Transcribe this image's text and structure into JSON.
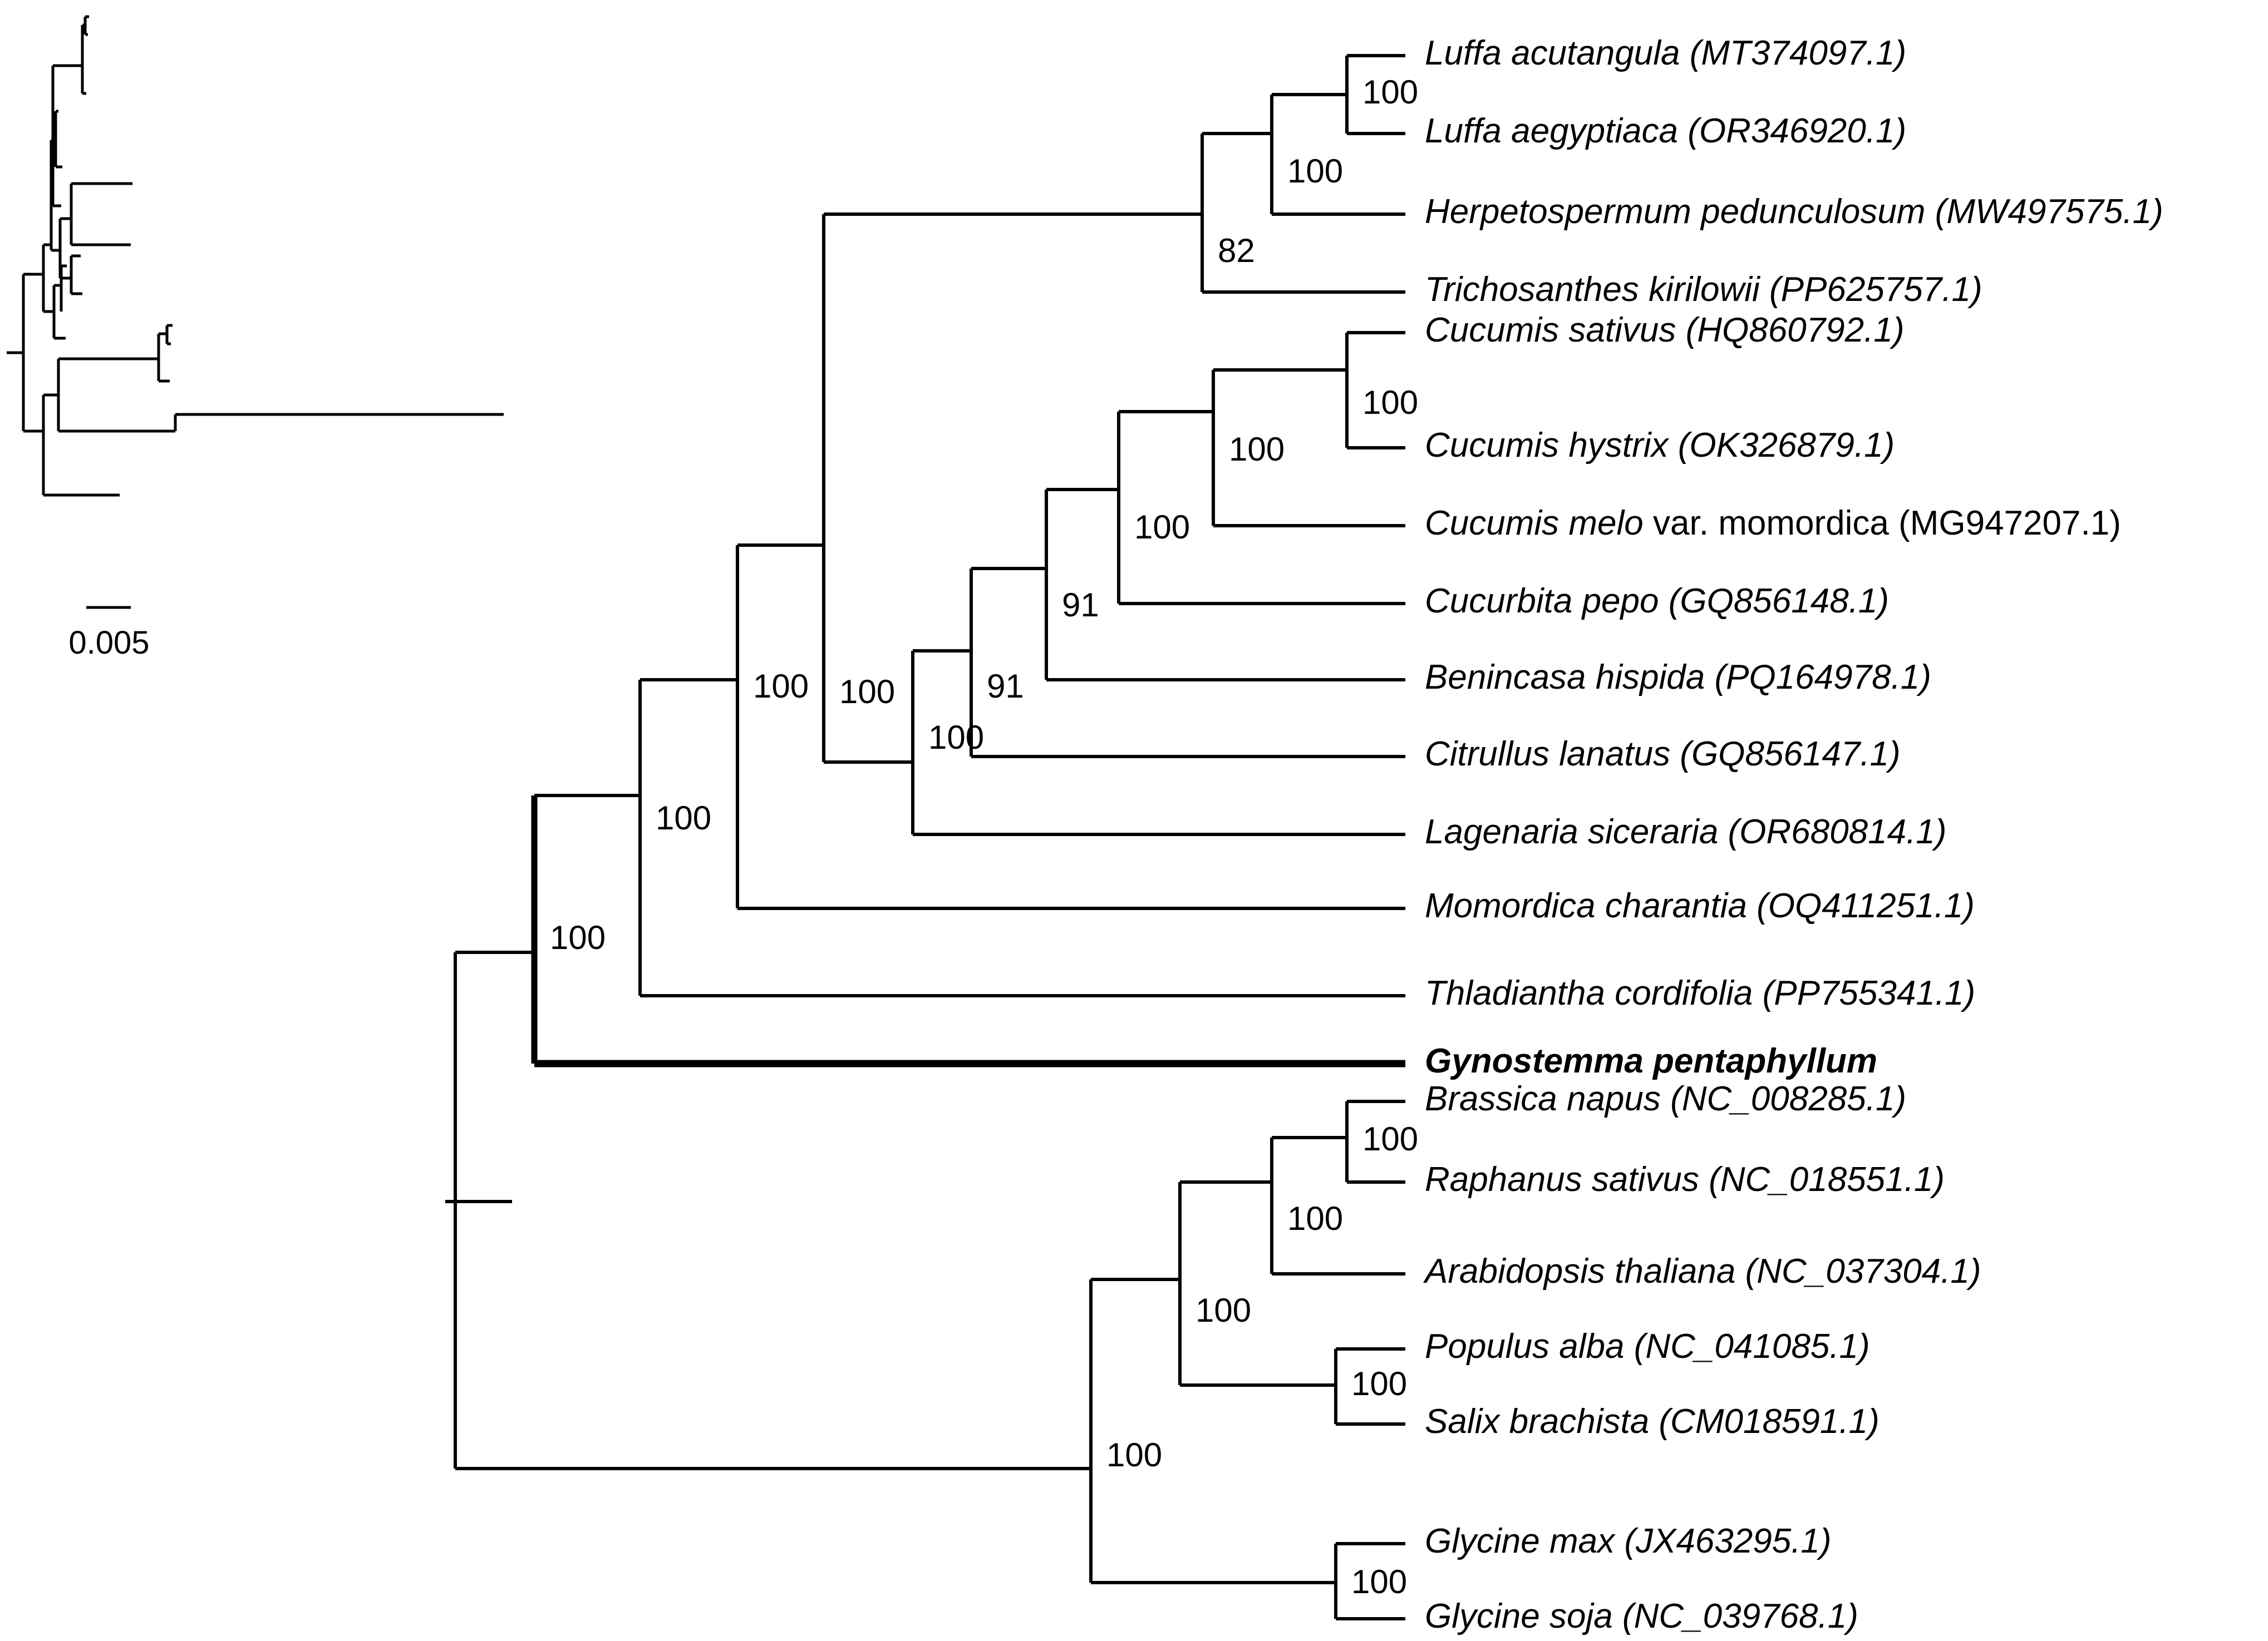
{
  "figure": {
    "type": "phylogenetic-tree",
    "style": "cladogram with bootstrap support values",
    "focal_taxon": "Gynostemma pentaphyllum",
    "background_color": "#ffffff",
    "line_color": "#000000"
  },
  "scale_bar": {
    "label": "0.005",
    "units": "substitutions per site"
  },
  "tips": [
    {
      "index": 0,
      "genus": "Luffa",
      "epithet": "acutangula",
      "infra": "",
      "accession": "(MT374097.1)",
      "label": "Luffa acutangula (MT374097.1)",
      "bold": false
    },
    {
      "index": 1,
      "genus": "Luffa",
      "epithet": "aegyptiaca",
      "infra": "",
      "accession": "(OR346920.1)",
      "label": "Luffa aegyptiaca (OR346920.1)",
      "bold": false
    },
    {
      "index": 2,
      "genus": "Herpetospermum",
      "epithet": "pedunculosum",
      "infra": "",
      "accession": "(MW497575.1)",
      "label": "Herpetospermum pedunculosum (MW497575.1)",
      "bold": false
    },
    {
      "index": 3,
      "genus": "Trichosanthes",
      "epithet": "kirilowii",
      "infra": "",
      "accession": "(PP625757.1)",
      "label": "Trichosanthes kirilowii (PP625757.1)",
      "bold": false
    },
    {
      "index": 4,
      "genus": "Cucumis",
      "epithet": "sativus",
      "infra": "",
      "accession": "(HQ860792.1)",
      "label": "Cucumis sativus (HQ860792.1)",
      "bold": false
    },
    {
      "index": 5,
      "genus": "Cucumis",
      "epithet": "hystrix",
      "infra": "",
      "accession": "(OK326879.1)",
      "label": "Cucumis hystrix (OK326879.1)",
      "bold": false
    },
    {
      "index": 6,
      "genus": "Cucumis",
      "epithet": "melo",
      "infra": "var. momordica",
      "accession": "(MG947207.1)",
      "label": "Cucumis melo var. momordica (MG947207.1)",
      "bold": false
    },
    {
      "index": 7,
      "genus": "Cucurbita",
      "epithet": "pepo",
      "infra": "",
      "accession": "(GQ856148.1)",
      "label": "Cucurbita pepo (GQ856148.1)",
      "bold": false
    },
    {
      "index": 8,
      "genus": "Benincasa",
      "epithet": "hispida",
      "infra": "",
      "accession": "(PQ164978.1)",
      "label": "Benincasa hispida (PQ164978.1)",
      "bold": false
    },
    {
      "index": 9,
      "genus": "Citrullus",
      "epithet": "lanatus",
      "infra": "",
      "accession": "(GQ856147.1)",
      "label": "Citrullus lanatus (GQ856147.1)",
      "bold": false
    },
    {
      "index": 10,
      "genus": "Lagenaria",
      "epithet": "siceraria",
      "infra": "",
      "accession": "(OR680814.1)",
      "label": "Lagenaria siceraria (OR680814.1)",
      "bold": false
    },
    {
      "index": 11,
      "genus": "Momordica",
      "epithet": "charantia",
      "infra": "",
      "accession": "(OQ411251.1)",
      "label": "Momordica charantia (OQ411251.1)",
      "bold": false
    },
    {
      "index": 12,
      "genus": "Thladiantha",
      "epithet": "cordifolia",
      "infra": "",
      "accession": "(PP755341.1)",
      "label": "Thladiantha cordifolia (PP755341.1)",
      "bold": false
    },
    {
      "index": 13,
      "genus": "Gynostemma",
      "epithet": "pentaphyllum",
      "infra": "",
      "accession": "",
      "label": "Gynostemma pentaphyllum",
      "bold": true
    },
    {
      "index": 14,
      "genus": "Brassica",
      "epithet": "napus",
      "infra": "",
      "accession": "(NC_008285.1)",
      "label": "Brassica napus (NC_008285.1)",
      "bold": false
    },
    {
      "index": 15,
      "genus": "Raphanus",
      "epithet": "sativus",
      "infra": "",
      "accession": "(NC_018551.1)",
      "label": "Raphanus sativus (NC_018551.1)",
      "bold": false
    },
    {
      "index": 16,
      "genus": "Arabidopsis",
      "epithet": "thaliana",
      "infra": "",
      "accession": "(NC_037304.1)",
      "label": "Arabidopsis thaliana (NC_037304.1)",
      "bold": false
    },
    {
      "index": 17,
      "genus": "Populus",
      "epithet": "alba",
      "infra": "",
      "accession": "(NC_041085.1)",
      "label": "Populus alba (NC_041085.1)",
      "bold": false
    },
    {
      "index": 18,
      "genus": "Salix",
      "epithet": "brachista",
      "infra": "",
      "accession": "(CM018591.1)",
      "label": "Salix brachista (CM018591.1)",
      "bold": false
    },
    {
      "index": 19,
      "genus": "Glycine",
      "epithet": "max",
      "infra": "",
      "accession": "(JX463295.1)",
      "label": "Glycine max (JX463295.1)",
      "bold": false
    },
    {
      "index": 20,
      "genus": "Glycine",
      "epithet": "soja",
      "infra": "",
      "accession": "(NC_039768.1)",
      "label": "Glycine soja (NC_039768.1)",
      "bold": false
    }
  ],
  "bootstrap_values": [
    {
      "id": "n-luffa",
      "value": "100",
      "clade": "Luffa acutangula + Luffa aegyptiaca"
    },
    {
      "id": "n-luffa-herp",
      "value": "100",
      "clade": "Luffa clade + Herpetospermum pedunculosum"
    },
    {
      "id": "n-tricho",
      "value": "82",
      "clade": "Luffa/Herpetospermum + Trichosanthes kirilowii"
    },
    {
      "id": "n-cucumis2",
      "value": "100",
      "clade": "Cucumis sativus + Cucumis hystrix"
    },
    {
      "id": "n-cucumis3",
      "value": "100",
      "clade": "Cucumis clade + Cucumis melo var. momordica"
    },
    {
      "id": "n-cucurbita",
      "value": "100",
      "clade": "Cucumis clade + Cucurbita pepo"
    },
    {
      "id": "n-benincasa",
      "value": "91",
      "clade": "Cucurbita clade + Benincasa hispida"
    },
    {
      "id": "n-citrullus",
      "value": "91",
      "clade": "Benincasa clade + Citrullus lanatus"
    },
    {
      "id": "n-lagenaria",
      "value": "100",
      "clade": "Citrullus clade + Lagenaria siceraria"
    },
    {
      "id": "n-benincaseae",
      "value": "100",
      "clade": "Trichosanthes clade + Benincaseae clade"
    },
    {
      "id": "n-momordica",
      "value": "100",
      "clade": "Cucurbitaceae core + Momordica charantia"
    },
    {
      "id": "n-thladiantha",
      "value": "100",
      "clade": "core clade + Thladiantha cordifolia"
    },
    {
      "id": "n-cucurbitaceae",
      "value": "100",
      "clade": "Cucurbitaceae incl. Gynostemma pentaphyllum"
    },
    {
      "id": "n-brassica",
      "value": "100",
      "clade": "Brassica napus + Raphanus sativus"
    },
    {
      "id": "n-brassicaceae",
      "value": "100",
      "clade": "Brassicaceae clade + Arabidopsis thaliana"
    },
    {
      "id": "n-salicaceae",
      "value": "100",
      "clade": "Populus alba + Salix brachista"
    },
    {
      "id": "n-rosids",
      "value": "100",
      "clade": "Brassicaceae + Salicaceae"
    },
    {
      "id": "n-glycine",
      "value": "100",
      "clade": "Glycine max + Glycine soja"
    },
    {
      "id": "n-outgroup",
      "value": "100",
      "clade": "Outgroup clade"
    }
  ],
  "inset": {
    "description": "Unrooted-style phylogram showing branch lengths, drawn in the upper-left corner",
    "scale_label": "0.005"
  }
}
